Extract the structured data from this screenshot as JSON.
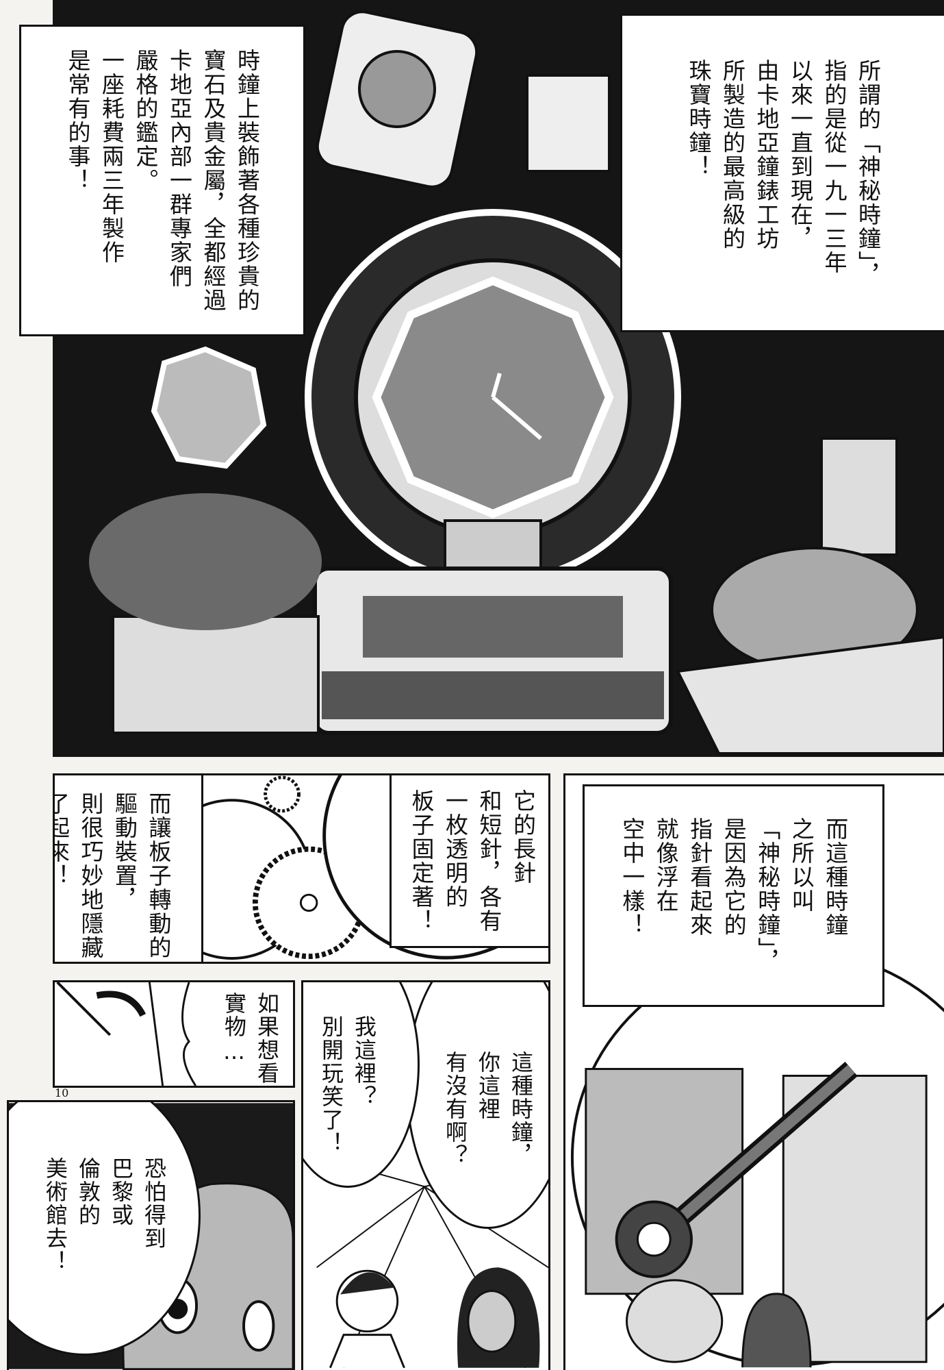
{
  "page_number": "10",
  "panel1": {
    "narration_left": [
      "時鐘上裝飾著各種珍貴的",
      "寶石及貴金屬，全都經過",
      "卡地亞內部一群專家們",
      "嚴格的鑑定。",
      "一座耗費兩三年製作",
      "是常有的事！"
    ],
    "narration_right": [
      "所謂的「神秘時鐘」，",
      "指的是從一九一三年",
      "以來一直到現在，",
      "由卡地亞鐘錶工坊",
      "所製造的最高級的",
      "珠寶時鐘！"
    ]
  },
  "panel2": {
    "narration": [
      "而讓板子轉動的",
      "驅動裝置，",
      "則很巧妙地隱藏",
      "了起來！"
    ]
  },
  "panel3": {
    "narration": [
      "它的長針",
      "和短針，各有",
      "一枚透明的",
      "板子固定著！"
    ]
  },
  "panel4": {
    "narration": [
      "而這種時鐘",
      "之所以叫",
      "「神秘時鐘」，",
      "是因為它的",
      "指針看起來",
      "就像浮在",
      "空中一樣！"
    ]
  },
  "panel5": {
    "speech": [
      "如果想看",
      "實物…"
    ]
  },
  "panel6": {
    "speech_a": [
      "這種時鐘，",
      "你這裡",
      "有沒有啊？"
    ],
    "speech_b": [
      "我這裡？",
      "別開玩笑了！"
    ]
  },
  "panel7": {
    "speech": [
      "恐怕得到",
      "巴黎或",
      "倫敦的",
      "美術館去！"
    ]
  }
}
